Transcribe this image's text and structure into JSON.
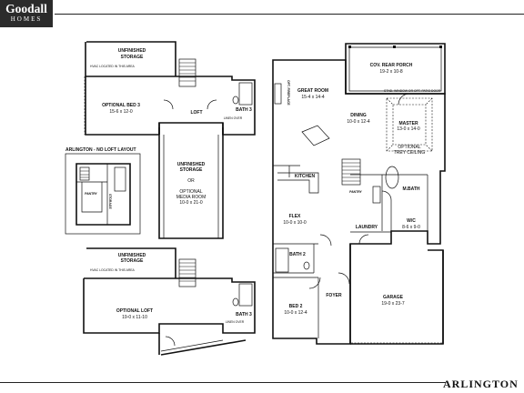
{
  "brand": {
    "name": "Goodall",
    "sub": "HOMES"
  },
  "plan_name": "ARLINGTON",
  "upper_option_a": {
    "unfinished_storage_top": {
      "line1": "UNFINISHED",
      "line2": "STORAGE"
    },
    "hvac_note": "HVAC LOCATED IN THIS AREA",
    "optional_bed3": {
      "line1": "OPTIONAL BED 3",
      "dims": "15-6 x 12-0"
    },
    "loft": "LOFT",
    "bath3": "BATH 3",
    "linen": "LINEN OVER",
    "storage_media": {
      "line1": "UNFINISHED",
      "line2": "STORAGE",
      "line3": "OR",
      "line4": "OPTIONAL",
      "line5": "MEDIA ROOM",
      "dims": "10-0 x 21-0"
    }
  },
  "no_loft_layout": {
    "title": "ARLINGTON - NO LOFT LAYOUT",
    "pantry": "PANTRY",
    "storage": "STORAGE"
  },
  "upper_option_b": {
    "unfinished_storage": {
      "line1": "UNFINISHED",
      "line2": "STORAGE"
    },
    "hvac_note": "HVAC LOCATED IN THIS AREA",
    "optional_loft": {
      "line1": "OPTIONAL LOFT",
      "dims": "19-0 x 11-10"
    },
    "bath3": "BATH 3",
    "linen": "LINEN OVER"
  },
  "main_floor": {
    "porch": {
      "line1": "COV. REAR PORCH",
      "dims": "19-2 x 10-8"
    },
    "porch_note": "STND. WINDOW OR OPT. PATIO DOOR",
    "great_room": {
      "line1": "GREAT ROOM",
      "dims": "15-4 x 14-4"
    },
    "fireplace": "OPT. FIREPLACE",
    "dining": {
      "line1": "DINING",
      "dims": "10-0 x 12-4"
    },
    "master": {
      "line1": "MASTER",
      "dims": "13-0 x 14-0"
    },
    "trey": {
      "line1": "OPTIONAL",
      "line2": "TREY CEILING"
    },
    "kitchen": "KITCHEN",
    "pantry": "PANTRY",
    "mbath": "M.BATH",
    "flex": {
      "line1": "FLEX",
      "dims": "10-0 x 10-0"
    },
    "laundry": "LAUNDRY",
    "wic": {
      "line1": "W/C",
      "dims": "8-6 x 9-0"
    },
    "bath2": "BATH 2",
    "bed2": {
      "line1": "BED 2",
      "dims": "10-0 x 12-4"
    },
    "foyer": "FOYER",
    "garage": {
      "line1": "GARAGE",
      "dims": "19-0 x 23-7"
    }
  }
}
